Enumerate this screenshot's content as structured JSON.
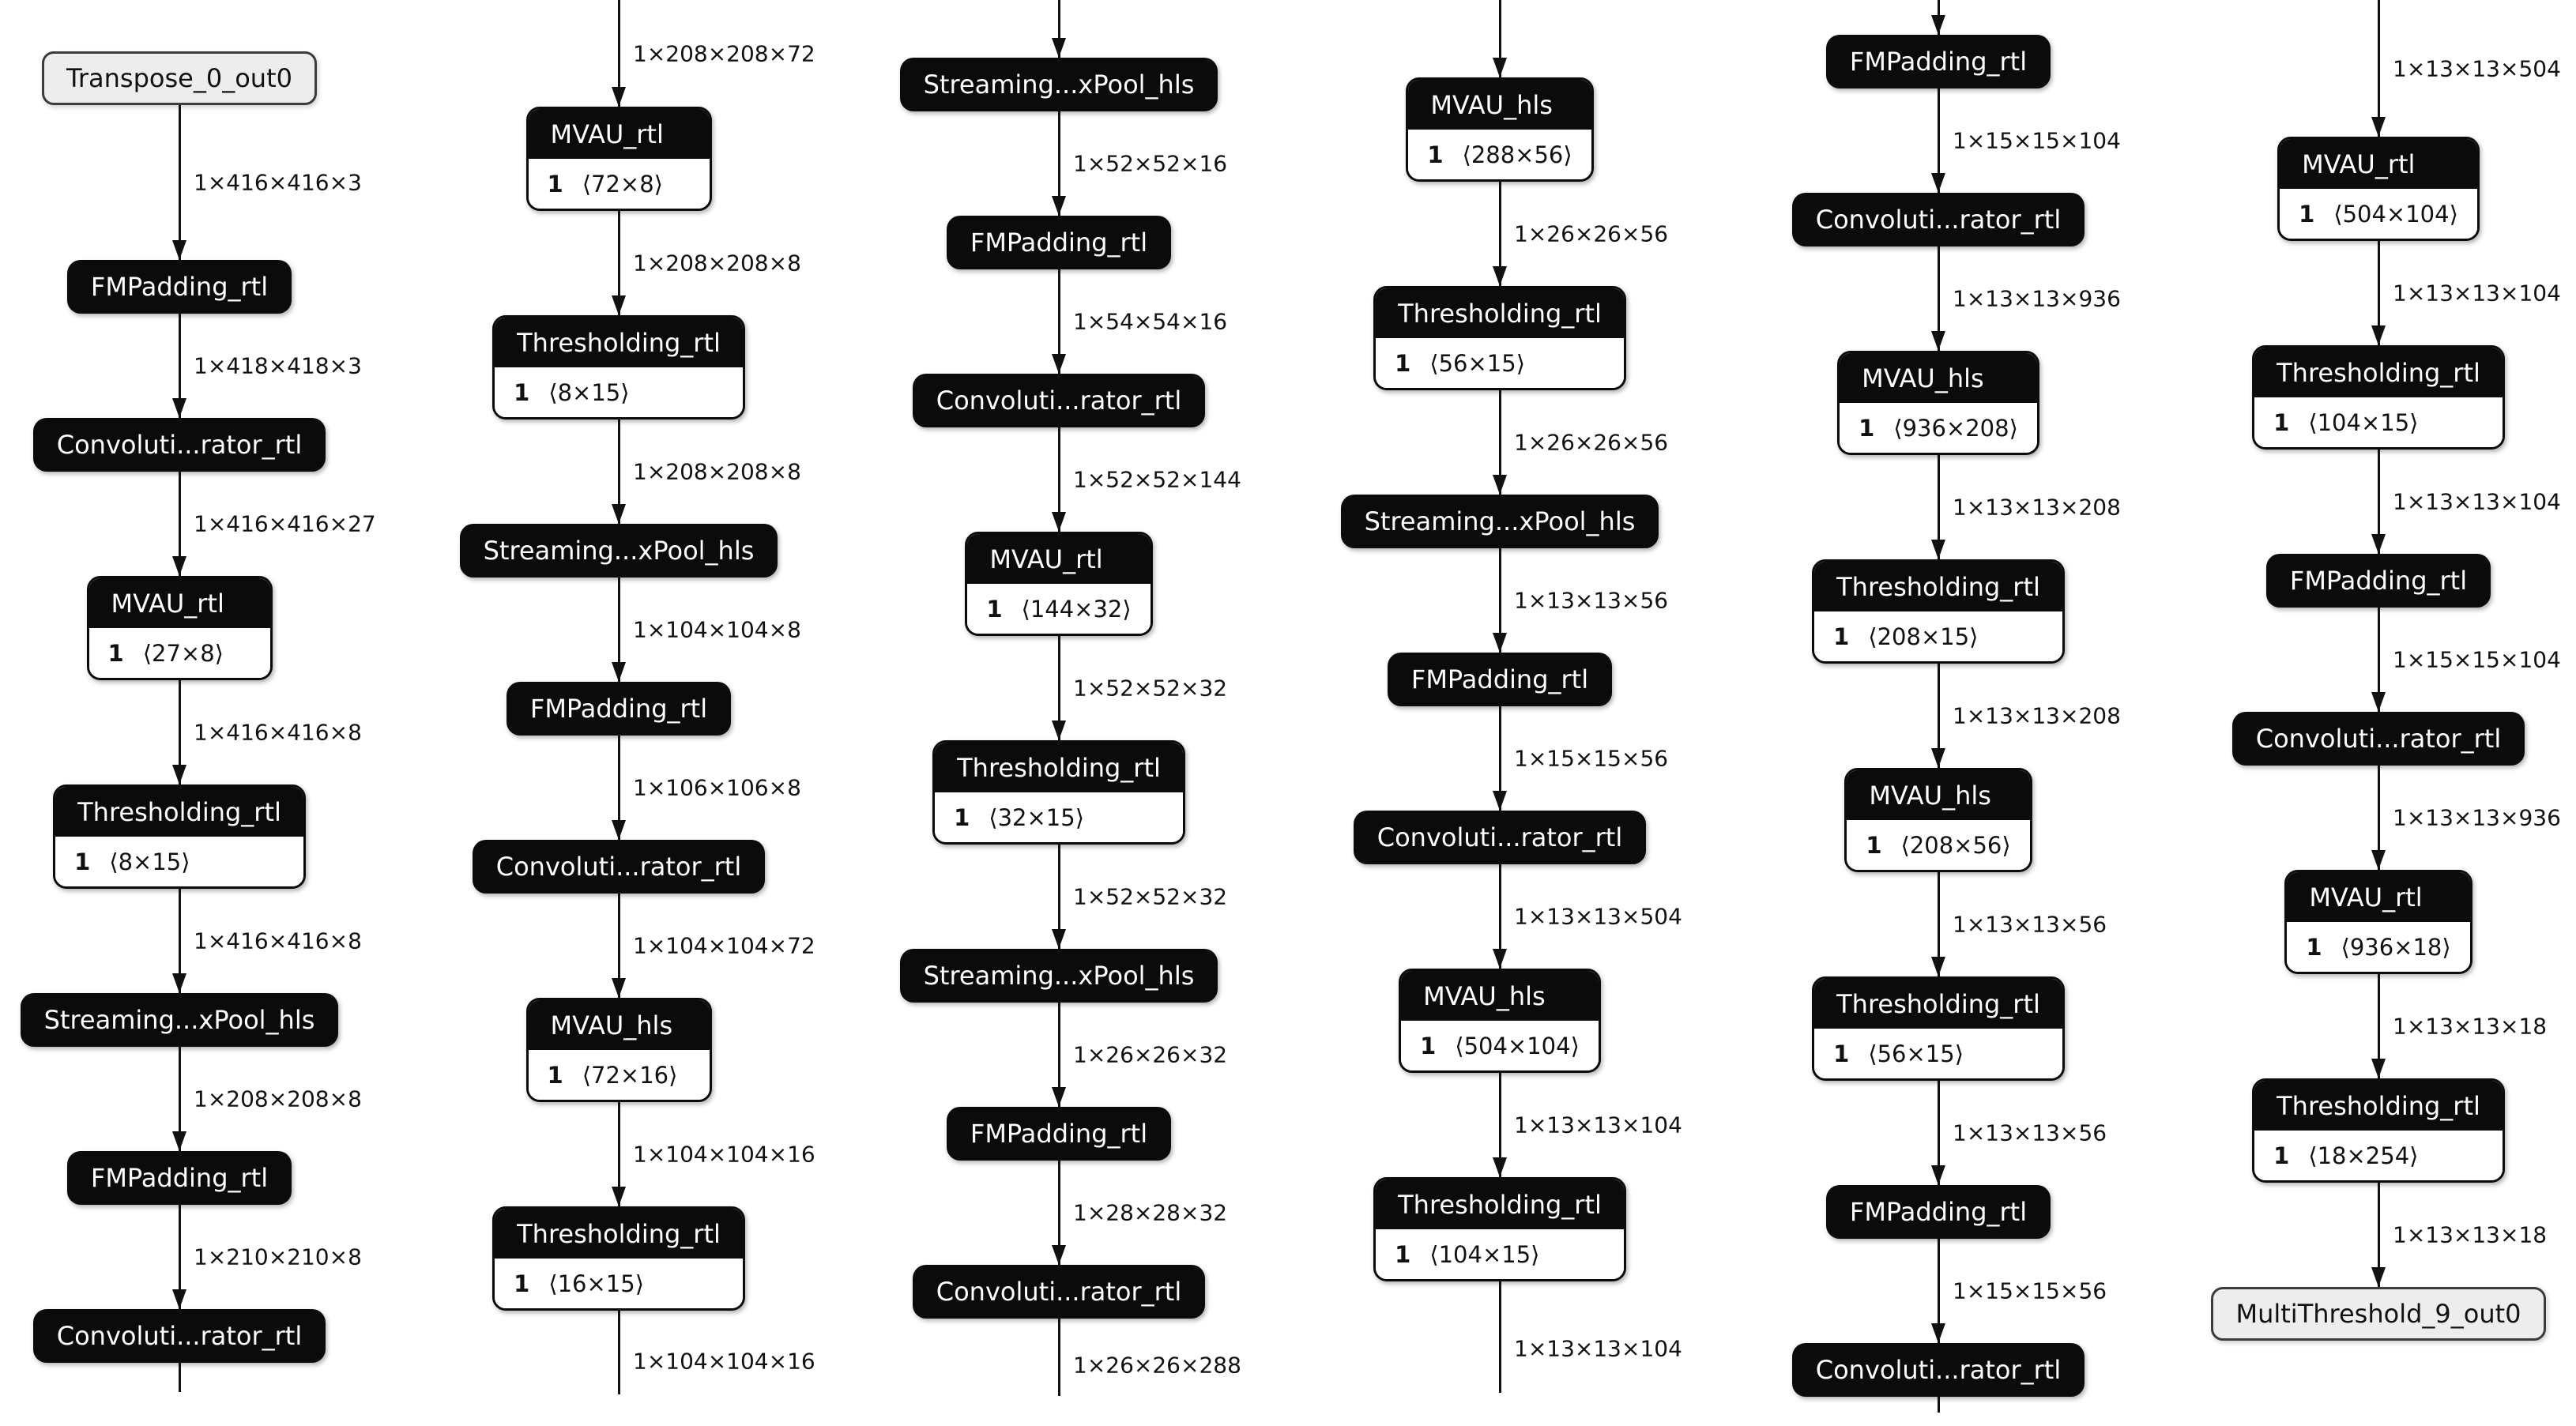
{
  "title": "FINN dataflow graph",
  "colors": {
    "op_node_bg": "#0b0b0b",
    "op_node_text": "#ffffff",
    "io_node_bg": "#ededed",
    "io_node_border": "#3c3c3c",
    "edge_line": "#111111",
    "canvas_bg": "#ffffff"
  },
  "columns": [
    {
      "items": [
        {
          "t": "io",
          "label": "Transpose_0_out0"
        },
        {
          "t": "edge",
          "label": "1×416×416×3"
        },
        {
          "t": "op",
          "label": "FMPadding_rtl"
        },
        {
          "t": "edge",
          "label": "1×418×418×3"
        },
        {
          "t": "op",
          "label": "Convoluti...rator_rtl"
        },
        {
          "t": "edge",
          "label": "1×416×416×27"
        },
        {
          "t": "op2",
          "label": "MVAU_rtl",
          "pnum": "1",
          "pshape": "⟨27×8⟩"
        },
        {
          "t": "edge",
          "label": "1×416×416×8"
        },
        {
          "t": "op2",
          "label": "Thresholding_rtl",
          "pnum": "1",
          "pshape": "⟨8×15⟩"
        },
        {
          "t": "edge",
          "label": "1×416×416×8"
        },
        {
          "t": "op",
          "label": "Streaming...xPool_hls"
        },
        {
          "t": "edge",
          "label": "1×208×208×8"
        },
        {
          "t": "op",
          "label": "FMPadding_rtl"
        },
        {
          "t": "edge",
          "label": "1×210×210×8"
        },
        {
          "t": "op",
          "label": "Convoluti...rator_rtl"
        },
        {
          "t": "cut",
          "label": ""
        }
      ]
    },
    {
      "items": [
        {
          "t": "edge",
          "label": "1×208×208×72",
          "first": true
        },
        {
          "t": "op2",
          "label": "MVAU_rtl",
          "pnum": "1",
          "pshape": "⟨72×8⟩"
        },
        {
          "t": "edge",
          "label": "1×208×208×8"
        },
        {
          "t": "op2",
          "label": "Thresholding_rtl",
          "pnum": "1",
          "pshape": "⟨8×15⟩"
        },
        {
          "t": "edge",
          "label": "1×208×208×8"
        },
        {
          "t": "op",
          "label": "Streaming...xPool_hls"
        },
        {
          "t": "edge",
          "label": "1×104×104×8"
        },
        {
          "t": "op",
          "label": "FMPadding_rtl"
        },
        {
          "t": "edge",
          "label": "1×106×106×8"
        },
        {
          "t": "op",
          "label": "Convoluti...rator_rtl"
        },
        {
          "t": "edge",
          "label": "1×104×104×72"
        },
        {
          "t": "op2",
          "label": "MVAU_hls",
          "pnum": "1",
          "pshape": "⟨72×16⟩"
        },
        {
          "t": "edge",
          "label": "1×104×104×16"
        },
        {
          "t": "op2",
          "label": "Thresholding_rtl",
          "pnum": "1",
          "pshape": "⟨16×15⟩"
        },
        {
          "t": "cut",
          "label": "1×104×104×16"
        }
      ]
    },
    {
      "items": [
        {
          "t": "edge",
          "label": "",
          "first": true
        },
        {
          "t": "op",
          "label": "Streaming...xPool_hls"
        },
        {
          "t": "edge",
          "label": "1×52×52×16"
        },
        {
          "t": "op",
          "label": "FMPadding_rtl"
        },
        {
          "t": "edge",
          "label": "1×54×54×16"
        },
        {
          "t": "op",
          "label": "Convoluti...rator_rtl"
        },
        {
          "t": "edge",
          "label": "1×52×52×144"
        },
        {
          "t": "op2",
          "label": "MVAU_rtl",
          "pnum": "1",
          "pshape": "⟨144×32⟩"
        },
        {
          "t": "edge",
          "label": "1×52×52×32"
        },
        {
          "t": "op2",
          "label": "Thresholding_rtl",
          "pnum": "1",
          "pshape": "⟨32×15⟩"
        },
        {
          "t": "edge",
          "label": "1×52×52×32"
        },
        {
          "t": "op",
          "label": "Streaming...xPool_hls"
        },
        {
          "t": "edge",
          "label": "1×26×26×32"
        },
        {
          "t": "op",
          "label": "FMPadding_rtl"
        },
        {
          "t": "edge",
          "label": "1×28×28×32"
        },
        {
          "t": "op",
          "label": "Convoluti...rator_rtl"
        },
        {
          "t": "cut",
          "label": "1×26×26×288"
        }
      ]
    },
    {
      "items": [
        {
          "t": "edge",
          "label": "",
          "first": true
        },
        {
          "t": "op2",
          "label": "MVAU_hls",
          "pnum": "1",
          "pshape": "⟨288×56⟩"
        },
        {
          "t": "edge",
          "label": "1×26×26×56"
        },
        {
          "t": "op2",
          "label": "Thresholding_rtl",
          "pnum": "1",
          "pshape": "⟨56×15⟩"
        },
        {
          "t": "edge",
          "label": "1×26×26×56"
        },
        {
          "t": "op",
          "label": "Streaming...xPool_hls"
        },
        {
          "t": "edge",
          "label": "1×13×13×56"
        },
        {
          "t": "op",
          "label": "FMPadding_rtl"
        },
        {
          "t": "edge",
          "label": "1×15×15×56"
        },
        {
          "t": "op",
          "label": "Convoluti...rator_rtl"
        },
        {
          "t": "edge",
          "label": "1×13×13×504"
        },
        {
          "t": "op2",
          "label": "MVAU_hls",
          "pnum": "1",
          "pshape": "⟨504×104⟩"
        },
        {
          "t": "edge",
          "label": "1×13×13×104"
        },
        {
          "t": "op2",
          "label": "Thresholding_rtl",
          "pnum": "1",
          "pshape": "⟨104×15⟩"
        },
        {
          "t": "cut",
          "label": "1×13×13×104"
        }
      ]
    },
    {
      "items": [
        {
          "t": "edge",
          "label": "",
          "first": true
        },
        {
          "t": "op",
          "label": "FMPadding_rtl"
        },
        {
          "t": "edge",
          "label": "1×15×15×104"
        },
        {
          "t": "op",
          "label": "Convoluti...rator_rtl"
        },
        {
          "t": "edge",
          "label": "1×13×13×936"
        },
        {
          "t": "op2",
          "label": "MVAU_hls",
          "pnum": "1",
          "pshape": "⟨936×208⟩"
        },
        {
          "t": "edge",
          "label": "1×13×13×208"
        },
        {
          "t": "op2",
          "label": "Thresholding_rtl",
          "pnum": "1",
          "pshape": "⟨208×15⟩"
        },
        {
          "t": "edge",
          "label": "1×13×13×208"
        },
        {
          "t": "op2",
          "label": "MVAU_hls",
          "pnum": "1",
          "pshape": "⟨208×56⟩"
        },
        {
          "t": "edge",
          "label": "1×13×13×56"
        },
        {
          "t": "op2",
          "label": "Thresholding_rtl",
          "pnum": "1",
          "pshape": "⟨56×15⟩"
        },
        {
          "t": "edge",
          "label": "1×13×13×56"
        },
        {
          "t": "op",
          "label": "FMPadding_rtl"
        },
        {
          "t": "edge",
          "label": "1×15×15×56"
        },
        {
          "t": "op",
          "label": "Convoluti...rator_rtl"
        },
        {
          "t": "cut",
          "label": ""
        }
      ]
    },
    {
      "items": [
        {
          "t": "edge",
          "label": "1×13×13×504",
          "first": true
        },
        {
          "t": "op2",
          "label": "MVAU_rtl",
          "pnum": "1",
          "pshape": "⟨504×104⟩"
        },
        {
          "t": "edge",
          "label": "1×13×13×104"
        },
        {
          "t": "op2",
          "label": "Thresholding_rtl",
          "pnum": "1",
          "pshape": "⟨104×15⟩"
        },
        {
          "t": "edge",
          "label": "1×13×13×104"
        },
        {
          "t": "op",
          "label": "FMPadding_rtl"
        },
        {
          "t": "edge",
          "label": "1×15×15×104"
        },
        {
          "t": "op",
          "label": "Convoluti...rator_rtl"
        },
        {
          "t": "edge",
          "label": "1×13×13×936"
        },
        {
          "t": "op2",
          "label": "MVAU_rtl",
          "pnum": "1",
          "pshape": "⟨936×18⟩"
        },
        {
          "t": "edge",
          "label": "1×13×13×18"
        },
        {
          "t": "op2",
          "label": "Thresholding_rtl",
          "pnum": "1",
          "pshape": "⟨18×254⟩"
        },
        {
          "t": "edge",
          "label": "1×13×13×18"
        },
        {
          "t": "io",
          "label": "MultiThreshold_9_out0"
        }
      ]
    }
  ]
}
